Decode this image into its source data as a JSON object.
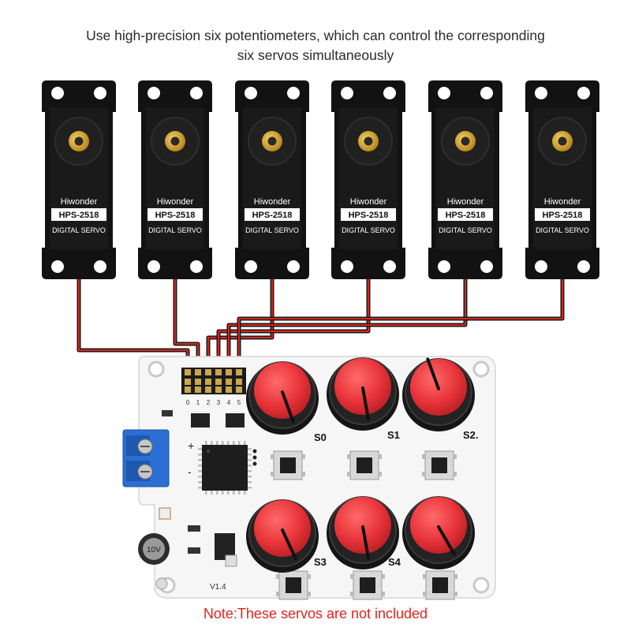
{
  "caption": {
    "line1": "Use high-precision six potentiometers, which can control the corresponding",
    "line2": "six servos simultaneously"
  },
  "servo": {
    "brand": "Hiwonder",
    "model": "HPS-2518",
    "type": "DIGITAL SERVO",
    "count": 6
  },
  "board": {
    "version": "V1.4",
    "knob_labels": [
      "S0",
      "S1",
      "S2.",
      "S3",
      "S4",
      ""
    ],
    "header_numbers": [
      "0",
      "1",
      "2",
      "3",
      "4",
      "5"
    ],
    "terminal_plus": "+",
    "terminal_minus": "-",
    "capacitor_text": "10V"
  },
  "colors": {
    "servo_body": "#111111",
    "gear": "#d9a520",
    "knob_cap": "#e8343a",
    "board": "#f7f7f7",
    "terminal": "#2a6fd1",
    "wire_red": "#d7261e"
  },
  "note": "Note:These servos are not included"
}
